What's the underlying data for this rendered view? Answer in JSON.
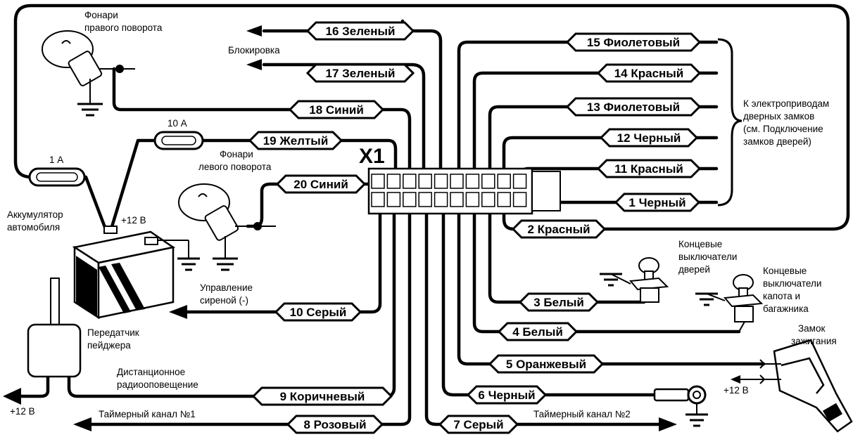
{
  "connector": {
    "name": "X1"
  },
  "wires": {
    "w16": "16 Зеленый",
    "w17": "17 Зеленый",
    "w18": "18 Синий",
    "w19": "19 Желтый",
    "w20": "20 Синий",
    "w15": "15 Фиолетовый",
    "w14": "14 Красный",
    "w13": "13 Фиолетовый",
    "w12": "12 Черный",
    "w11": "11 Красный",
    "w1": "1 Черный",
    "w2": "2 Красный",
    "w3": "3 Белый",
    "w4": "4 Белый",
    "w5": "5 Оранжевый",
    "w6": "6 Черный",
    "w7": "7 Серый",
    "w8": "8 Розовый",
    "w9": "9 Коричневый",
    "w10": "10 Серый"
  },
  "fuses": {
    "f1": "1 А",
    "f10": "10 А"
  },
  "labels": {
    "right_turn_1": "Фонари",
    "right_turn_2": "правого поворота",
    "left_turn_1": "Фонари",
    "left_turn_2": "левого поворота",
    "block": "Блокировка",
    "battery_1": "Аккумулятор",
    "battery_2": "автомобиля",
    "plus12": "+12 В",
    "siren_1": "Управление",
    "siren_2": "сиреной (-)",
    "pager_1": "Передатчик",
    "pager_2": "пейджера",
    "radio_1": "Дистанционное",
    "radio_2": "радиооповещение",
    "plus12_left": "+12 В",
    "timer1": "Таймерный канал №1",
    "timer2": "Таймерный канал №2",
    "locks_1": "К электроприводам",
    "locks_2": "дверных замков",
    "locks_3": "(см. Подключение",
    "locks_4": "замков дверей)",
    "door_sw_1": "Концевые",
    "door_sw_2": "выключатели",
    "door_sw_3": "дверей",
    "hood_sw_1": "Концевые",
    "hood_sw_2": "выключатели",
    "hood_sw_3": "капота и",
    "hood_sw_4": "багажника",
    "ign_1": "Замок",
    "ign_2": "зажигания",
    "plus12_ign": "+12 В"
  }
}
